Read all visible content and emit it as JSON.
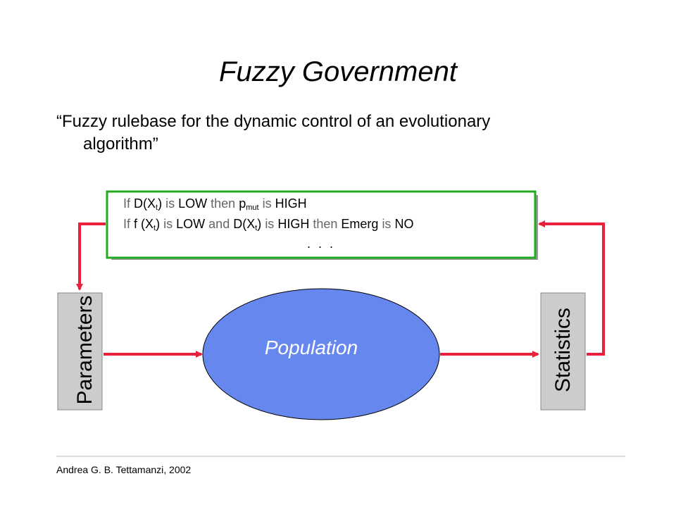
{
  "slide": {
    "title": "Fuzzy Government",
    "quote_line1": "“Fuzzy rulebase for the dynamic control of an evolutionary",
    "quote_line2": "algorithm”",
    "footer": "Andrea G. B. Tettamanzi, 2002"
  },
  "rulebase": {
    "rule1": {
      "if": "If",
      "d_var": "D(X",
      "t": "t",
      "close": ")",
      "is": "is",
      "low": "LOW",
      "then": "then",
      "p": "p",
      "mut": "mut",
      "is2": "is",
      "high": "HIGH"
    },
    "rule2": {
      "if": "If",
      "f_var": "f (X",
      "t": "t",
      "close": ")",
      "is": "is",
      "low": "LOW",
      "and": "and",
      "d_var": "D(X",
      "t2": "t",
      "close2": ")",
      "is2": "is",
      "high": "HIGH",
      "then": "then",
      "emerg": "Emerg",
      "is3": "is",
      "no": "NO"
    },
    "ellipsis": ". . ."
  },
  "nodes": {
    "parameters": "Parameters",
    "population": "Population",
    "statistics": "Statistics"
  },
  "colors": {
    "arrow": "#e8203c",
    "rulebase_border": "#22aa22",
    "population_fill": "#6688ee",
    "box_fill": "#cccccc",
    "shadow": "#999999"
  }
}
